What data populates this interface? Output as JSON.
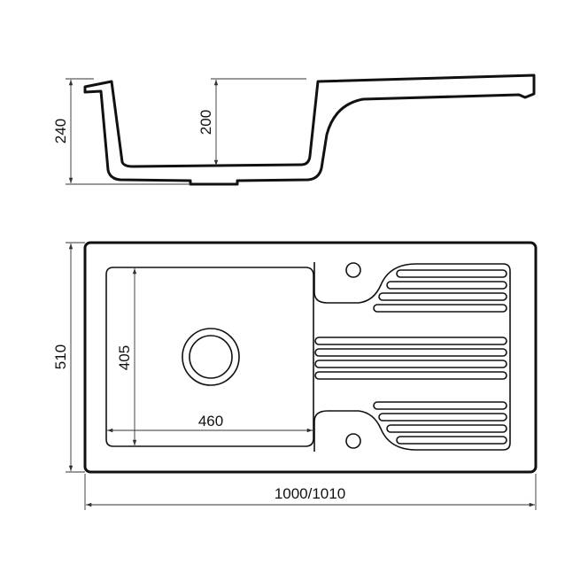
{
  "dimensions": {
    "section_height": "240",
    "bowl_depth": "200",
    "overall_depth": "510",
    "bowl_length": "405",
    "bowl_width": "460",
    "overall_width": "1000/1010"
  },
  "colors": {
    "line": "#111111",
    "background": "#ffffff"
  }
}
